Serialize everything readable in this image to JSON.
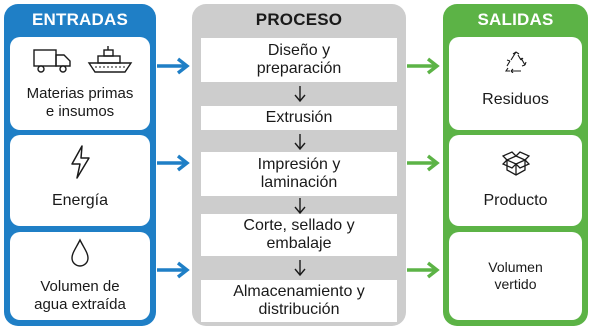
{
  "colors": {
    "inputs": "#1f7fc6",
    "process": "#cdcdcd",
    "outputs": "#5cb346",
    "text": "#1a1a1a"
  },
  "inputs": {
    "title": "ENTRADAS",
    "items": [
      {
        "label_lines": [
          "Materias primas",
          "e insumos"
        ],
        "icons": [
          "truck-icon",
          "ship-icon"
        ]
      },
      {
        "label": "Energía",
        "icon": "lightning-icon"
      },
      {
        "label_lines": [
          "Volumen de",
          "agua extraída"
        ],
        "icon": "water-drop-icon"
      }
    ]
  },
  "process": {
    "title": "PROCESO",
    "steps": [
      {
        "lines": [
          "Diseño y",
          "preparación"
        ]
      },
      {
        "lines": [
          "Extrusión"
        ]
      },
      {
        "lines": [
          "Impresión y",
          "laminación"
        ]
      },
      {
        "lines": [
          "Corte, sellado y",
          "embalaje"
        ]
      },
      {
        "lines": [
          "Almacenamiento y",
          "distribución"
        ]
      }
    ]
  },
  "outputs": {
    "title": "SALIDAS",
    "items": [
      {
        "label": "Residuos",
        "icon": "recycle-icon"
      },
      {
        "label": "Producto",
        "icon": "box-icon"
      },
      {
        "label_lines": [
          "Volumen",
          "vertido"
        ]
      }
    ]
  }
}
